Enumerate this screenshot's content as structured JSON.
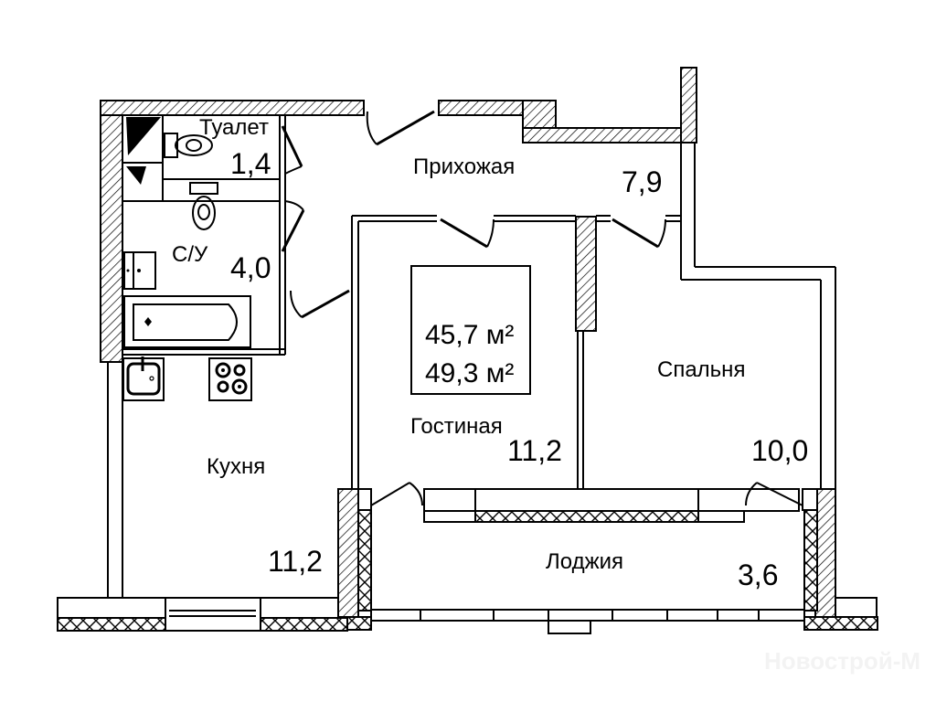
{
  "plan": {
    "total_area_living": "45,7 м²",
    "total_area_full": "49,3 м²",
    "rooms": {
      "toilet": {
        "name": "Туалет",
        "area": "1,4"
      },
      "bathroom": {
        "name": "С/У",
        "area": "4,0"
      },
      "hallway": {
        "name": "Прихожая",
        "area": "7,9"
      },
      "living": {
        "name": "Гостиная",
        "area": "11,2"
      },
      "bedroom": {
        "name": "Спальня",
        "area": "10,0"
      },
      "kitchen": {
        "name": "Кухня",
        "area": "11,2"
      },
      "loggia": {
        "name": "Лоджия",
        "area": "3,6"
      }
    },
    "watermark": "Новострой-М"
  }
}
